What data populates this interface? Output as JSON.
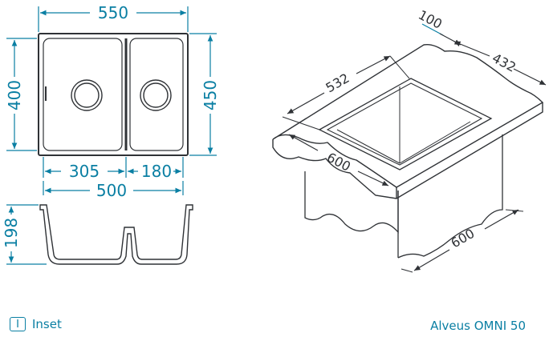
{
  "colors": {
    "accent": "#0a7fa3",
    "ink": "#2f3236"
  },
  "plan_view": {
    "dim_width_top": "550",
    "dim_height_left": "400",
    "dim_height_right": "450",
    "dim_bowl_large": "305",
    "dim_bowl_small": "180",
    "dim_width_bottom": "500"
  },
  "section_view": {
    "dim_depth": "198"
  },
  "iso_view": {
    "dim_100": "100",
    "dim_432": "432",
    "dim_532": "532",
    "dim_600_front": "600",
    "dim_600_cabinet": "600"
  },
  "legend": {
    "icon_letter": "I",
    "label": "Inset"
  },
  "model_name": "Alveus OMNI 50"
}
